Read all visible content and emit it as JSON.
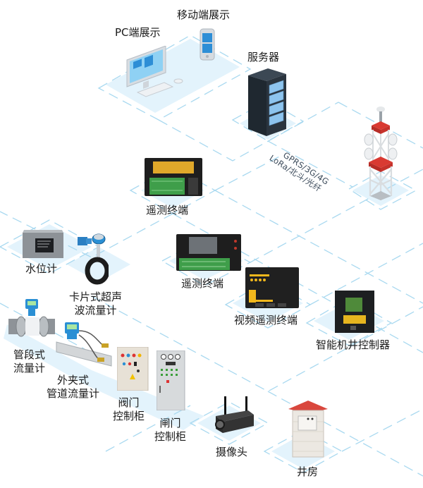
{
  "title": "System topology diagram",
  "colors": {
    "accent_light": "#dff1fb",
    "dash": "#9fd3ee",
    "panel_yellow": "#f2b81c",
    "board_green": "#3f9e4a",
    "tower_red": "#d93a32",
    "device_blue": "#2a8fd4"
  },
  "nodes": {
    "pc": {
      "label": "PC端展示",
      "icon": "desktop-computer-icon"
    },
    "mobile": {
      "label": "移动端展示",
      "icon": "smartphone-icon"
    },
    "server": {
      "label": "服务器",
      "icon": "server-rack-icon"
    },
    "tower": {
      "icon": "communication-tower-icon"
    },
    "network": {
      "line1": "GPRS/3G/4G",
      "line2": "LoRa/北斗/光纤"
    },
    "rtu1": {
      "label": "遥测终端",
      "icon": "rtu-terminal-icon"
    },
    "rtu2": {
      "label": "遥测终端",
      "icon": "rtu-terminal-screen-icon"
    },
    "video_rtu": {
      "label": "视频遥测终端",
      "icon": "video-rtu-icon"
    },
    "well_controller": {
      "label": "智能机井控制器",
      "icon": "well-controller-icon"
    },
    "water_level": {
      "label": "水位计",
      "icon": "water-level-gauge-icon"
    },
    "clamp_ultrasonic": {
      "line1": "卡片式超声",
      "line2": "波流量计",
      "icon": "ultrasonic-flowmeter-icon"
    },
    "pipe_flowmeter": {
      "line1": "管段式",
      "line2": "流量计",
      "icon": "pipe-flowmeter-icon"
    },
    "clamp_on_flowmeter": {
      "line1": "外夹式",
      "line2": "管道流量计",
      "icon": "clamp-on-flowmeter-icon"
    },
    "valve_cabinet": {
      "line1": "阀门",
      "line2": "控制柜",
      "icon": "valve-control-cabinet-icon"
    },
    "gate_cabinet": {
      "line1": "闸门",
      "line2": "控制柜",
      "icon": "gate-control-cabinet-icon"
    },
    "camera": {
      "label": "摄像头",
      "icon": "camera-icon"
    },
    "well_house": {
      "label": "井房",
      "icon": "well-house-icon"
    }
  }
}
